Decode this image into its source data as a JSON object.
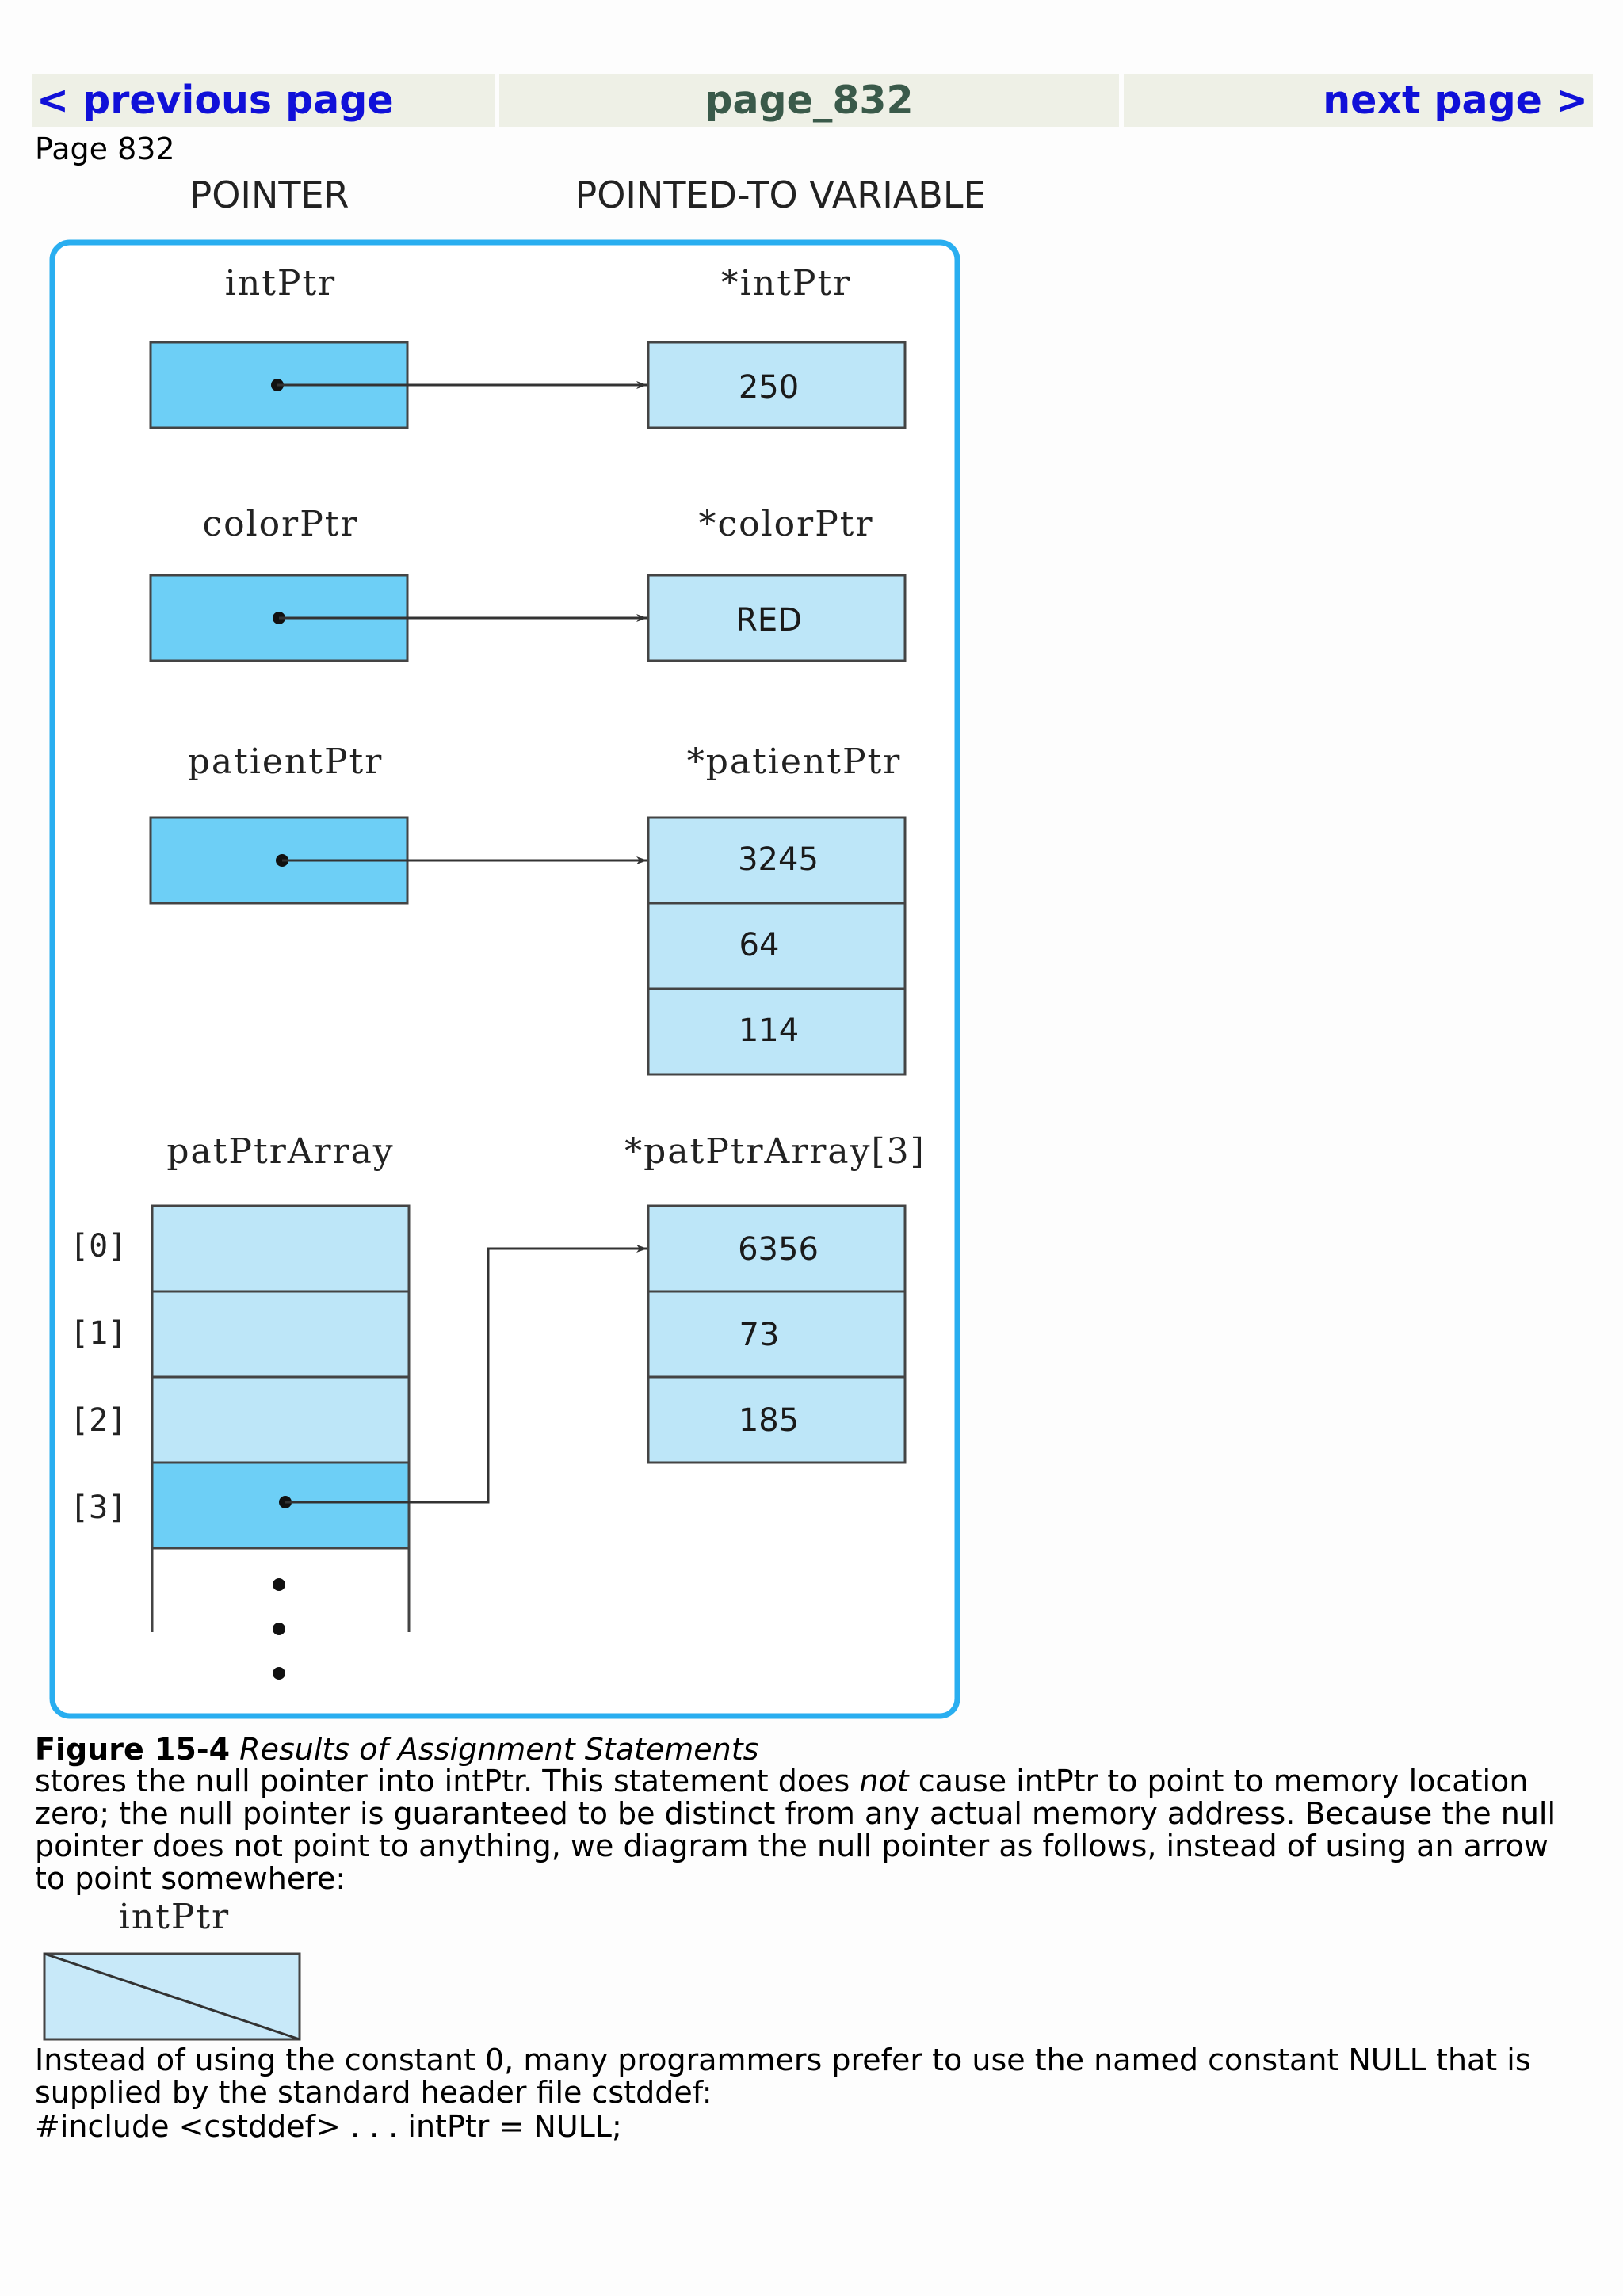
{
  "nav": {
    "prev_label": "< previous page",
    "page_title": "page_832",
    "next_label": "next page >"
  },
  "page_label": "Page 832",
  "figure": {
    "col_pointer": "POINTER",
    "col_pointed": "POINTED-TO VARIABLE",
    "rows": [
      {
        "pointer_name": "intPtr",
        "target_name": "*intPtr",
        "values": [
          "250"
        ]
      },
      {
        "pointer_name": "colorPtr",
        "target_name": "*colorPtr",
        "values": [
          "RED"
        ]
      },
      {
        "pointer_name": "patientPtr",
        "target_name": "*patientPtr",
        "values": [
          "3245",
          "64",
          "114"
        ]
      }
    ],
    "array": {
      "pointer_name": "patPtrArray",
      "target_name": "*patPtrArray[3]",
      "indices": [
        "[0]",
        "[1]",
        "[2]",
        "[3]"
      ],
      "values": [
        "6356",
        "73",
        "185"
      ]
    }
  },
  "caption": {
    "label": "Figure 15-4",
    "title": "Results of Assignment Statements"
  },
  "paragraph1": {
    "before": "stores the null pointer into intPtr. This statement does ",
    "emph": "not",
    "after": " cause intPtr to point to memory location zero; the null pointer is guaranteed to be distinct from any actual memory address. Because the null pointer does not point to anything, we diagram the null pointer as follows, instead of using an arrow to point somewhere:"
  },
  "null_diagram": {
    "pointer_name": "intPtr"
  },
  "paragraph2": "Instead of using the constant 0, many programmers prefer to use the named constant NULL that is supplied by the standard header file cstddef:",
  "paragraph3": "#include <cstddef> . . . intPtr = NULL;",
  "colors": {
    "frame": "#29aef0",
    "pointer_cell": "#6dcff6",
    "value_cell": "#bde6f8",
    "nav_link": "#1010d8",
    "nav_bg": "#eef0e6"
  }
}
